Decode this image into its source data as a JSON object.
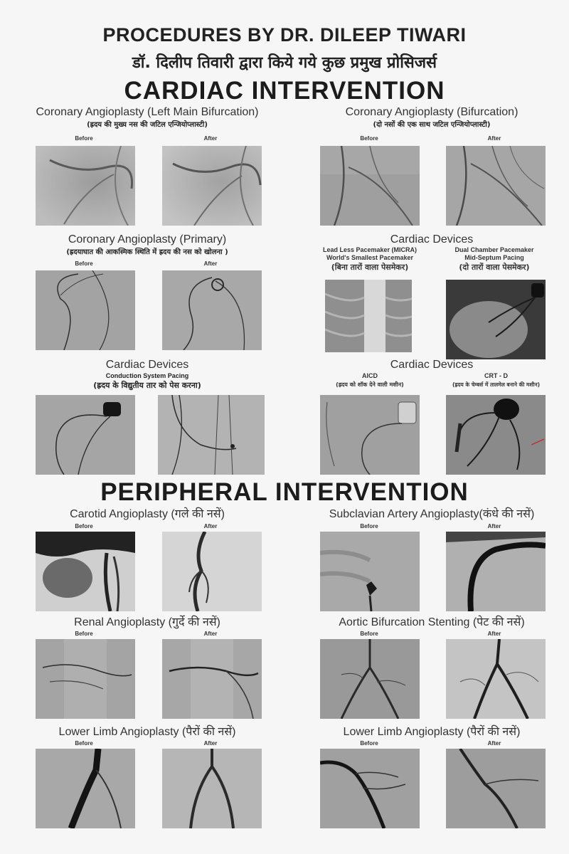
{
  "header": {
    "title_en": "PROCEDURES BY DR. DILEEP TIWARI",
    "title_hi": "डॉ. दिलीप तिवारी द्वारा किये गये कुछ प्रमुख प्रोसिजर्स"
  },
  "sections": {
    "cardiac": "CARDIAC INTERVENTION",
    "peripheral": "PERIPHERAL INTERVENTION"
  },
  "labels": {
    "before": "Before",
    "after": "After"
  },
  "blocks": {
    "left_main": {
      "title": "Coronary Angioplasty (Left Main Bifurcation)",
      "hindi": "(ह्रदय की मुख्य नस की जटिल एन्जियोप्लास्टी)"
    },
    "bifurcation": {
      "title": "Coronary Angioplasty (Bifurcation)",
      "hindi": "(दो नसों की एक साथ जटिल एन्जियोप्लास्टी)"
    },
    "primary": {
      "title": "Coronary Angioplasty (Primary)",
      "hindi": "(ह्रदयाघात की आकस्मिक स्थिति में ह्रदय की नस को खोलना )"
    },
    "devices_pacemaker": {
      "title": "Cardiac Devices",
      "left_line1": "Lead Less Pacemaker (MICRA)",
      "left_line2": "World's Smallest Pacemaker",
      "left_hindi": "(बिना तारों वाला पेसमेकर)",
      "right_line1": "Dual Chamber Pacemaker",
      "right_line2": "Mid-Septum Pacing",
      "right_hindi": "(दो तारों वाला पेसमेकर)"
    },
    "devices_csp": {
      "title": "Cardiac Devices",
      "sub": "Conduction System Pacing",
      "hindi": "(ह्रदय के विद्युतीय तार को पेस करना)"
    },
    "devices_aicd": {
      "title": "Cardiac Devices",
      "left_line1": "AICD",
      "left_hindi": "(ह्रदय को शॉक देने वाली मशीन)",
      "right_line1": "CRT - D",
      "right_hindi": "(ह्रदय के चेम्बर्स में तालमेल बनाने की मशीन)"
    },
    "carotid": {
      "title": "Carotid Angioplasty (गले की नसें)"
    },
    "subclavian": {
      "title": "Subclavian Artery Angioplasty(कंधे की नसें)"
    },
    "renal": {
      "title": "Renal Angioplasty (गुर्दे की नसें)"
    },
    "aortic": {
      "title": "Aortic Bifurcation Stenting (पेट की नसें)"
    },
    "lower_limb_left": {
      "title": "Lower Limb Angioplasty (पैरों की नसें)"
    },
    "lower_limb_right": {
      "title": "Lower Limb Angioplasty (पैरों की नसें)"
    }
  },
  "colors": {
    "background": "#f6f6f6",
    "text": "#222222",
    "xray_light": "#c8c8c8",
    "xray_dark": "#6a6a6a"
  }
}
